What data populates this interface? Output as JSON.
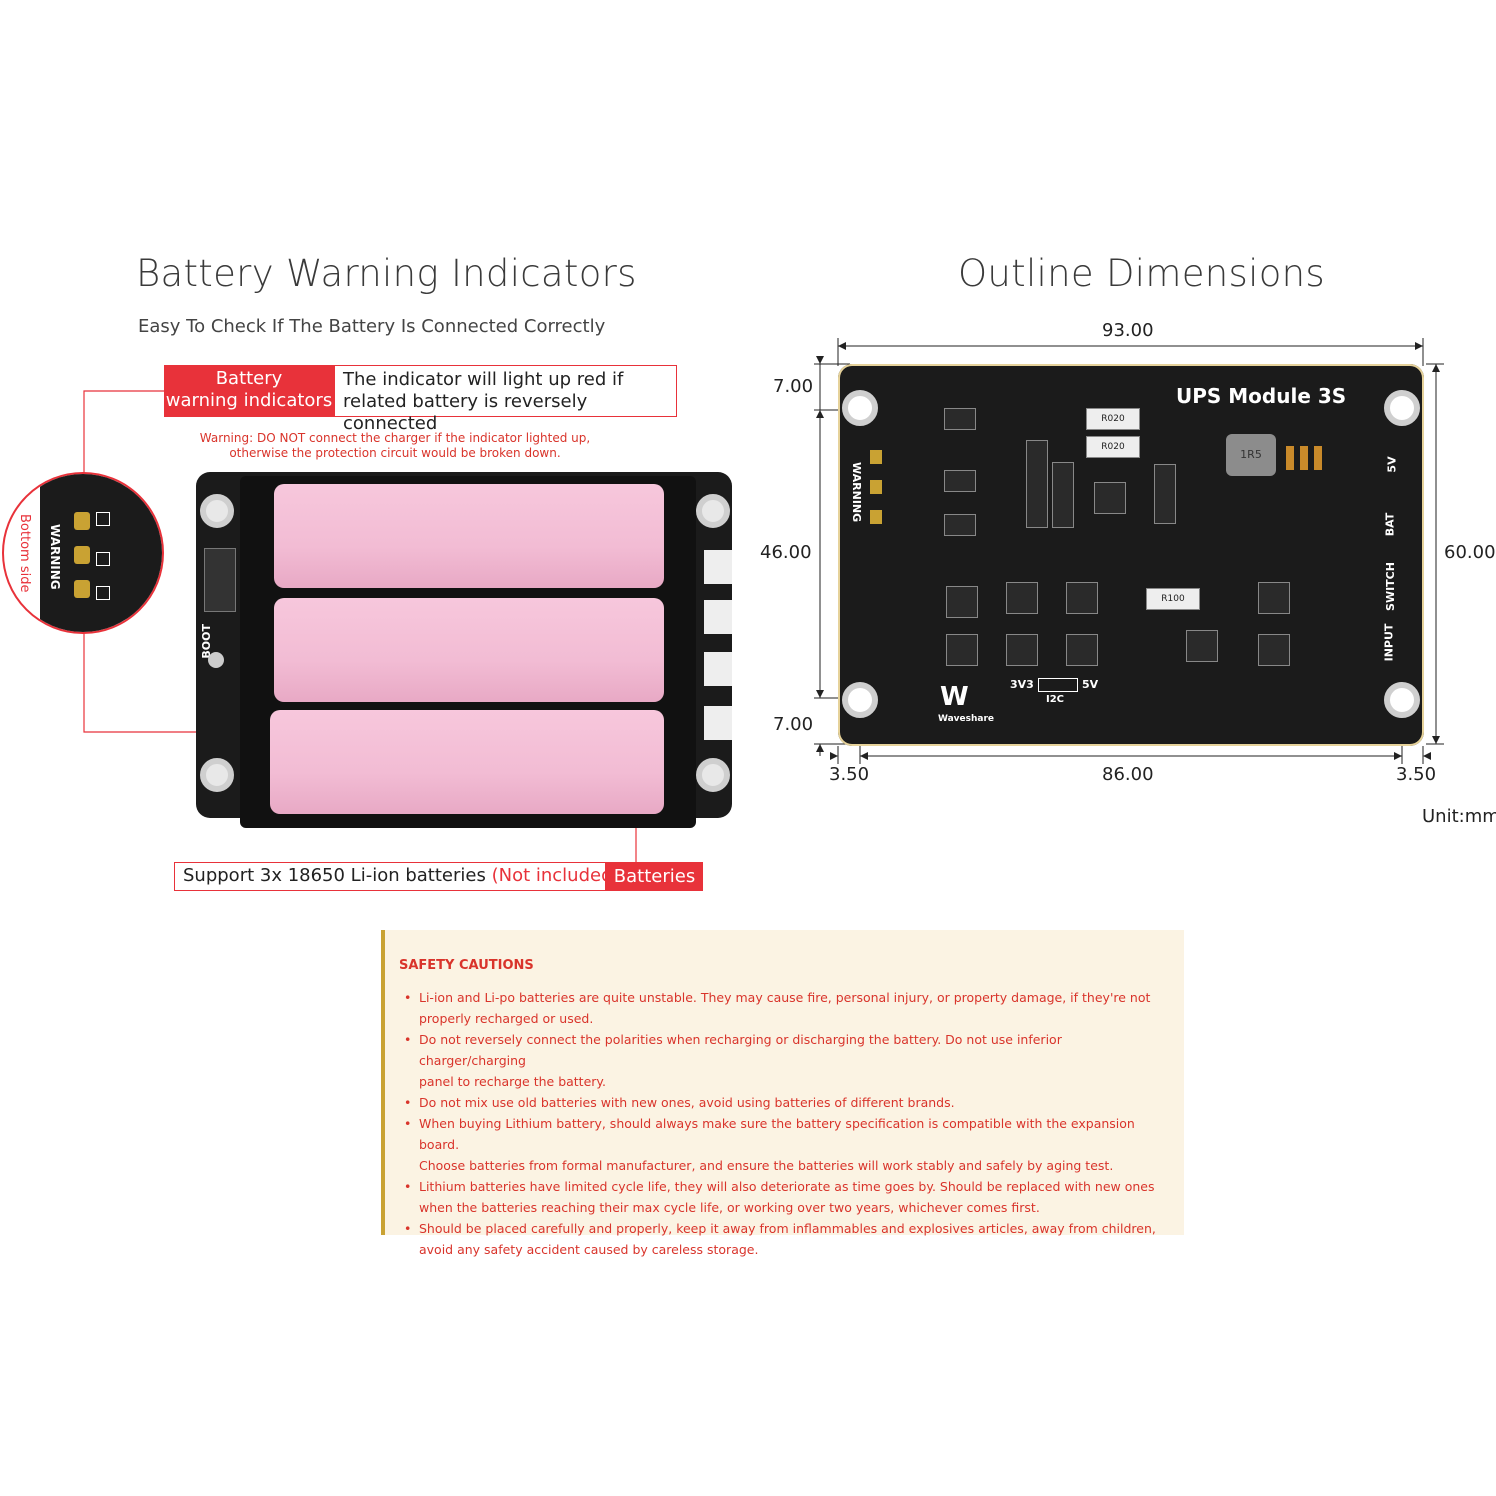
{
  "left": {
    "title": "Battery Warning Indicators",
    "subtitle": "Easy To Check If The Battery Is Connected Correctly",
    "indicator_label": [
      "Battery",
      "warning indicators"
    ],
    "indicator_desc": [
      "The indicator will light up red if",
      "related battery is reversely connected"
    ],
    "warning": [
      "Warning: DO NOT connect the charger if the indicator lighted up,",
      "otherwise the protection circuit would be broken down."
    ],
    "zoom_side_label": "Bottom side",
    "zoom_warning_label": "WARNING",
    "boot_label": "BOOT",
    "support_text": "Support 3x 18650 Li-ion batteries",
    "not_included": "(Not included)",
    "batteries_label": "Batteries"
  },
  "right": {
    "title": "Outline Dimensions",
    "board_title": "UPS Module 3S",
    "dims": {
      "top_width": "93.00",
      "top_offset": "7.00",
      "mid_height": "46.00",
      "bottom_offset": "7.00",
      "total_height": "60.00",
      "left_offset": "3.50",
      "hole_span": "86.00",
      "right_offset": "3.50"
    },
    "unit": "Unit:mm",
    "silk": {
      "warning": "WARNING",
      "v5": "5V",
      "bat": "BAT",
      "switch": "SWITCH",
      "input": "INPUT",
      "v3v3": "3V3",
      "v5b": "5V",
      "i2c": "I2C",
      "logo": "Waveshare",
      "r020a": "R020",
      "r020b": "R020",
      "r100": "R100",
      "ind": "1R5"
    }
  },
  "safety": {
    "title": "SAFETY CAUTIONS",
    "items": [
      [
        "Li-ion and Li-po batteries are quite unstable. They may cause fire, personal injury, or property damage, if they're not",
        "properly recharged or used."
      ],
      [
        "Do not reversely connect the polarities when recharging or discharging the battery. Do not use inferior charger/charging",
        "panel to recharge the battery."
      ],
      [
        "Do not mix use old batteries with new ones, avoid using batteries of different brands."
      ],
      [
        "When buying Lithium battery, should always make sure the battery specification is compatible with the expansion board.",
        "Choose batteries from formal manufacturer, and ensure the batteries will work stably and safely by aging test."
      ],
      [
        "Lithium batteries have limited cycle life, they will also deteriorate as time goes by. Should be replaced with new ones",
        "when the batteries reaching their max cycle life, or working over two years, whichever comes first."
      ],
      [
        "Should be placed carefully and properly, keep it away from inflammables and explosives articles, away from children,",
        "avoid any safety accident caused by careless storage."
      ]
    ]
  },
  "colors": {
    "accent_red": "#e8323a",
    "pcb": "#1b1b1b",
    "cell_pink": "#f2bcd4",
    "safety_bg": "#fbf3e3"
  }
}
